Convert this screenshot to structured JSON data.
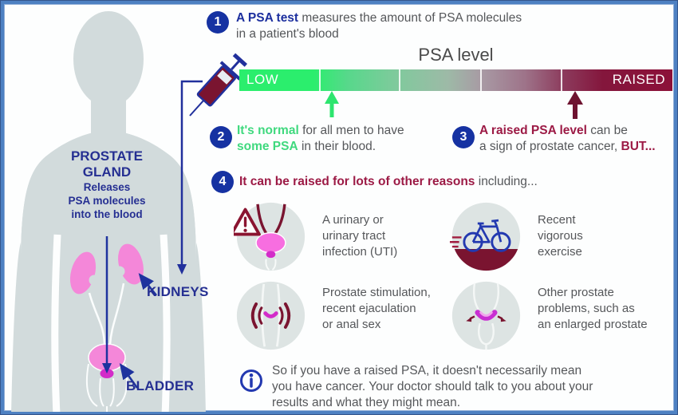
{
  "colors": {
    "accent_blue": "#1c2f9e",
    "badge_blue": "#1632a2",
    "green": "#3fd97e",
    "bar_green": "#2bee6d",
    "maroon_dark": "#7a1430",
    "crimson_text": "#9c1a45",
    "gray_text": "#55575a",
    "body_silhouette": "#d2dbdc",
    "organ_pink": "#f487d9",
    "prostate_magenta": "#d32cc9",
    "border_blue": "#4e81c2"
  },
  "body_diagram": {
    "prostate_title_line1": "PROSTATE",
    "prostate_title_line2": "GLAND",
    "prostate_sub_line1": "Releases",
    "prostate_sub_line2": "PSA molecules",
    "prostate_sub_line3": "into the blood",
    "kidneys_label": "KIDNEYS",
    "bladder_label": "BLADDER",
    "syringe_icon": "syringe-icon"
  },
  "steps": {
    "one": {
      "num": "1",
      "highlight": "A PSA test",
      "text_after": " measures the amount of PSA molecules",
      "line2": "in a patient's blood"
    },
    "two": {
      "num": "2",
      "highlight1": "It's normal",
      "text1": " for all men to have",
      "highlight2": "some PSA",
      "text2": " in their blood."
    },
    "three": {
      "num": "3",
      "highlight1": "A raised PSA level",
      "text1": " can be",
      "text2": "a sign of prostate cancer, ",
      "highlight2": "BUT..."
    },
    "four": {
      "num": "4",
      "highlight": "It can be raised for lots of other reasons",
      "text_after": " including..."
    }
  },
  "psa_bar": {
    "title": "PSA level",
    "low": "LOW",
    "raised": "RAISED",
    "low_arrow_icon": "green-up-arrow-icon",
    "raised_arrow_icon": "maroon-up-arrow-icon"
  },
  "reasons": [
    {
      "icon": "uti-warning-icon",
      "lines": [
        "A urinary or",
        "urinary tract",
        "infection (UTI)"
      ]
    },
    {
      "icon": "bicycle-icon",
      "lines": [
        "Recent",
        "vigorous",
        "exercise"
      ]
    },
    {
      "icon": "prostate-stimulation-icon",
      "lines": [
        "Prostate stimulation,",
        "recent ejaculation",
        "or anal sex"
      ]
    },
    {
      "icon": "enlarged-prostate-icon",
      "lines": [
        "Other prostate",
        "problems, such as",
        "an enlarged prostate"
      ]
    }
  ],
  "note": {
    "icon": "info-icon",
    "line1": "So if you have a raised PSA, it doesn't necessarily mean",
    "line2": "you have cancer. Your doctor should talk to you about your",
    "line3": "results and what they might mean."
  }
}
